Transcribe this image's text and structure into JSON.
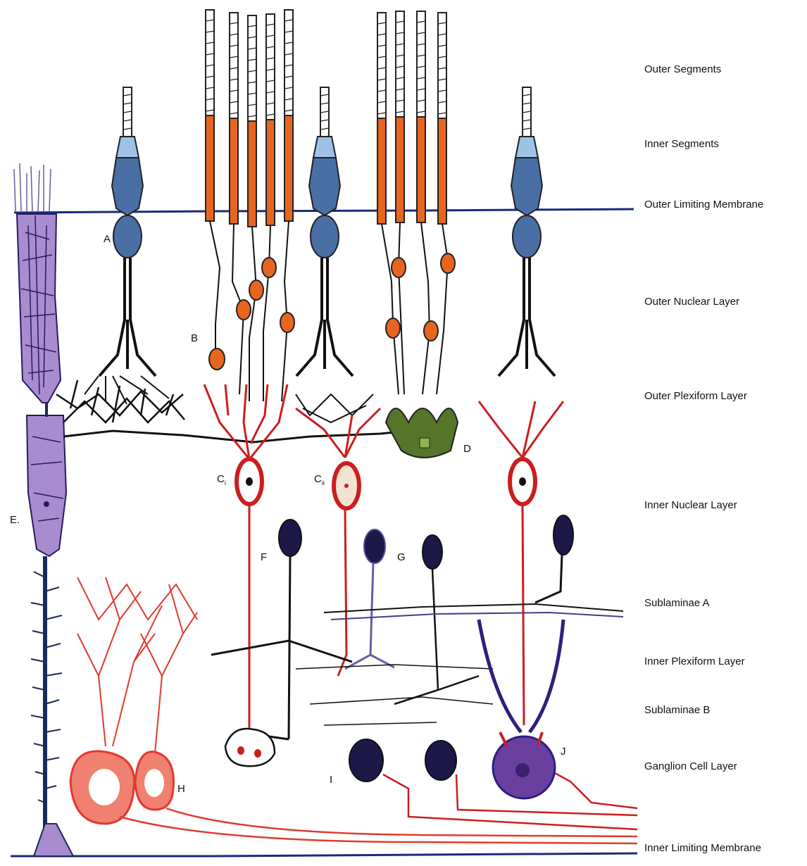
{
  "layers": [
    {
      "id": "outer-segments",
      "label": "Outer Segments"
    },
    {
      "id": "inner-segments",
      "label": "Inner Segments"
    },
    {
      "id": "outer-limiting-membrane",
      "label": "Outer Limiting Membrane"
    },
    {
      "id": "outer-nuclear-layer",
      "label": "Outer Nuclear Layer"
    },
    {
      "id": "outer-plexiform-layer",
      "label": "Outer Plexiform Layer"
    },
    {
      "id": "inner-nuclear-layer",
      "label": "Inner Nuclear Layer"
    },
    {
      "id": "sublaminae-a",
      "label": "Sublaminae A"
    },
    {
      "id": "inner-plexiform-layer",
      "label": "Inner Plexiform Layer"
    },
    {
      "id": "sublaminae-b",
      "label": "Sublaminae B"
    },
    {
      "id": "ganglion-cell-layer",
      "label": "Ganglion Cell Layer"
    },
    {
      "id": "inner-limiting-membrane",
      "label": "Inner Limiting Membrane"
    }
  ],
  "cells": {
    "A": "A",
    "B": "B",
    "Ci": "C",
    "Ci_sub": "i",
    "Cii": "C",
    "Cii_sub": "ii",
    "D": "D",
    "E": "E.",
    "F": "F",
    "G": "G",
    "H": "H",
    "I": "I",
    "J": "J"
  },
  "colors": {
    "cone": "#4a6fa5",
    "cone_inner": "#9cc3e6",
    "rod": "#e8651f",
    "membrane": "#1a2a7a",
    "bipolar": "#cc1e1e",
    "horizontal": "#111111",
    "muller": "#a98bd0",
    "amacrine_dark": "#1c1848",
    "ganglion_pink": "#f08070",
    "ganglion_purple": "#6b3fa0",
    "interplexiform": "#55752a"
  }
}
